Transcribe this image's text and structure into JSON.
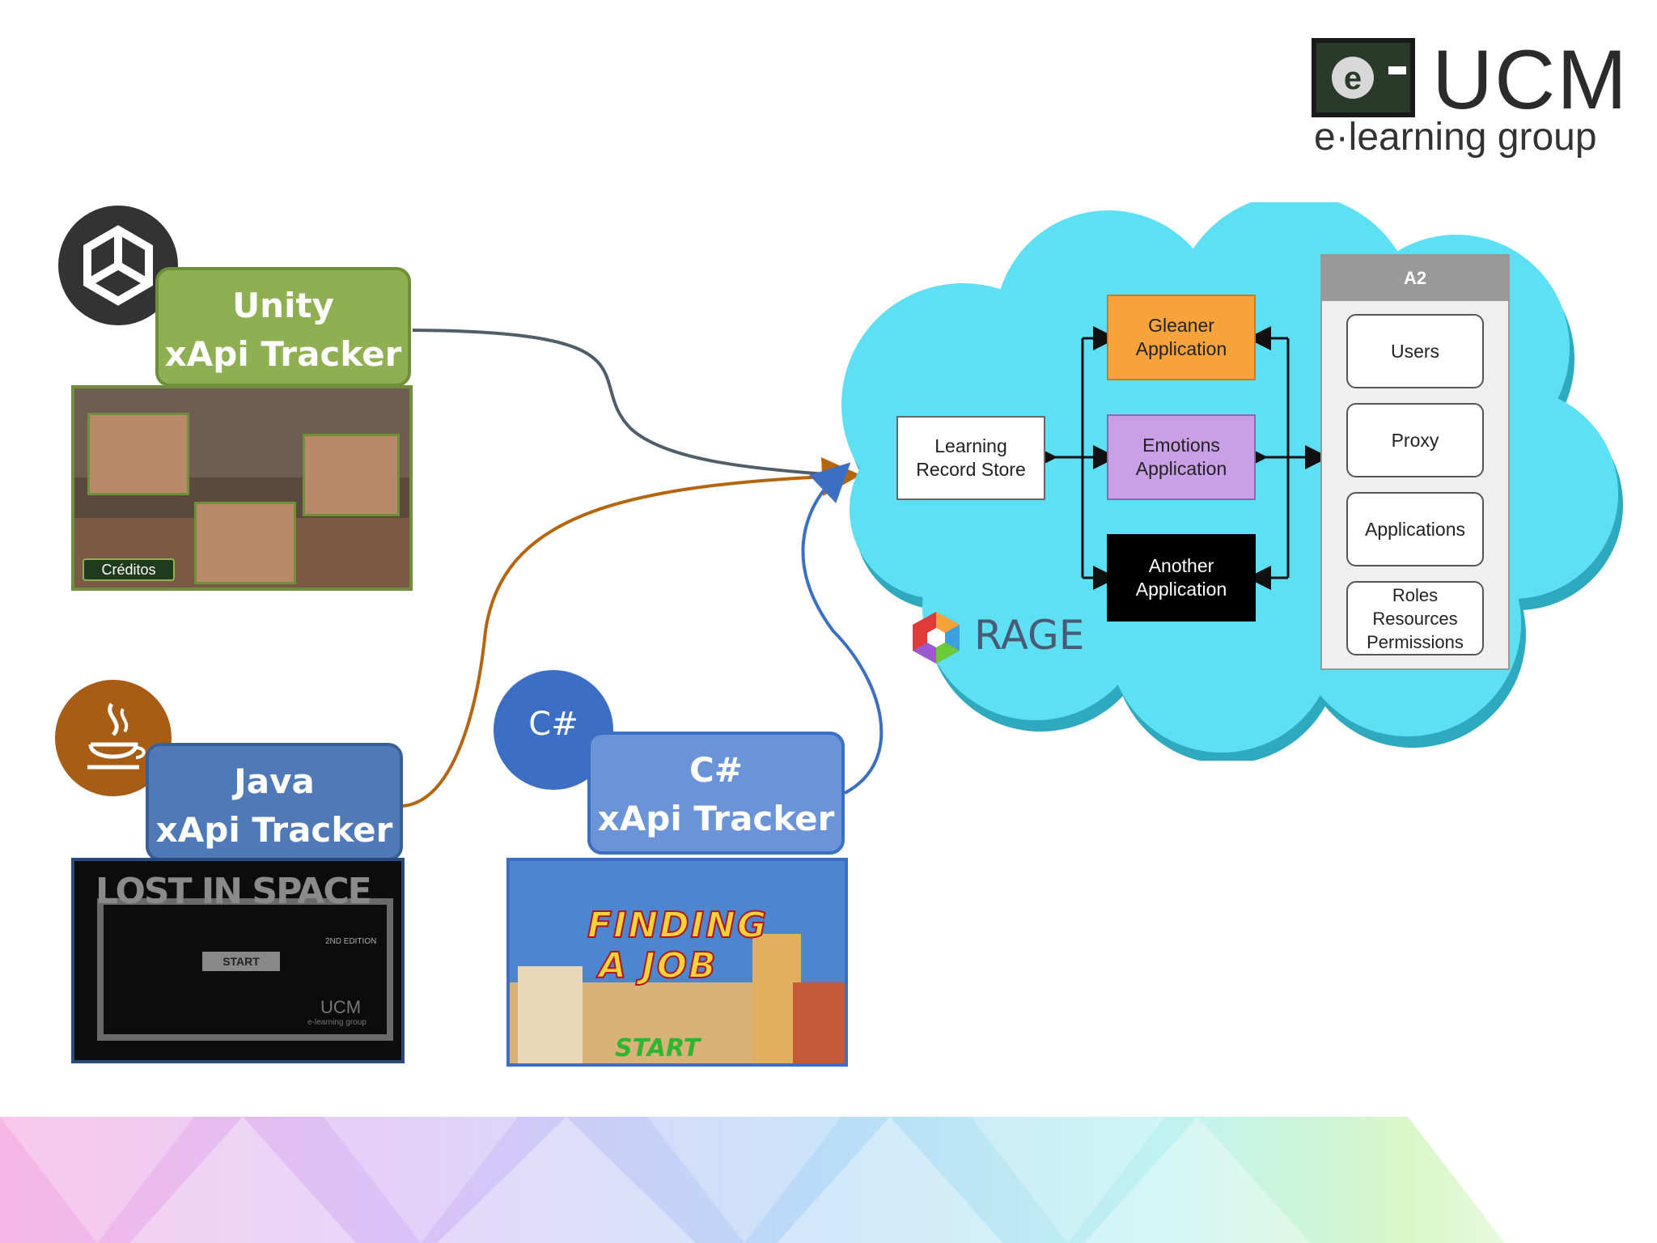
{
  "logo": {
    "name": "UCM",
    "subtitle": "e·learning group"
  },
  "trackers": [
    {
      "id": "unity",
      "line1": "Unity",
      "line2": "xApi Tracker",
      "color": "#8fb052",
      "border": "#6f8f3a"
    },
    {
      "id": "java",
      "line1": "Java",
      "line2": "xApi Tracker",
      "color": "#4f7ab7",
      "border": "#3a5f96"
    },
    {
      "id": "csharp",
      "line1": "C#",
      "line2": "xApi Tracker",
      "color": "#6a93d8",
      "border": "#3c6fc4"
    }
  ],
  "icons": {
    "unity": "unity-logo-icon",
    "java": "java-cup-icon",
    "csharp_label": "C#"
  },
  "screens": {
    "unity": {
      "overlay_text": "Créditos"
    },
    "java": {
      "title": "LOST IN SPACE",
      "start": "START",
      "edition": "2ND EDITION",
      "brand": "UCM",
      "brand_sub": "e-learning group"
    },
    "csharp": {
      "title1": "FINDING",
      "title2": "A JOB",
      "start": "START"
    }
  },
  "cloud": {
    "color": "#5ee0f4",
    "lrs": "Learning Record Store",
    "gleaner": "Gleaner Application",
    "emotions": "Emotions Application",
    "another": "Another Application",
    "a2": {
      "header": "A2",
      "items": [
        "Users",
        "Proxy",
        "Applications",
        "Roles Resources Permissions"
      ]
    },
    "rage": "RAGE"
  },
  "colors": {
    "gleaner": "#f7a33b",
    "emotions": "#c9a0e6",
    "another": "#000000",
    "line_unity": "#4f5e6b",
    "line_java": "#b5650f",
    "line_csharp": "#3c6fc4"
  }
}
